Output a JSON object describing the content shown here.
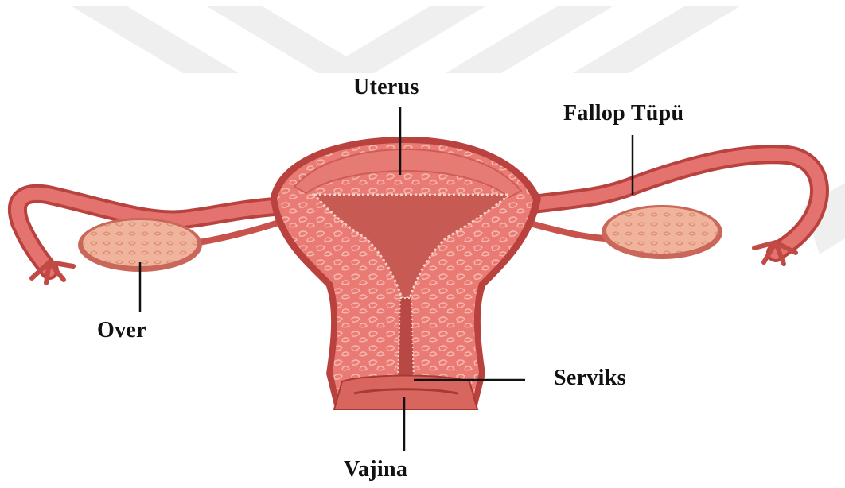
{
  "labels": {
    "uterus": "Uterus",
    "fallop_tube": "Fallop Tüpü",
    "ovary": "Over",
    "cervix": "Serviks",
    "vagina": "Vajina"
  },
  "colors": {
    "tissue": "#e4736f",
    "tissue_dark": "#b9423f",
    "tissue_light": "#f3aaa0",
    "ovary": "#f2b49c",
    "cavity": "#c75852",
    "watermark": "#eeeeee",
    "leader_line": "#111111"
  }
}
